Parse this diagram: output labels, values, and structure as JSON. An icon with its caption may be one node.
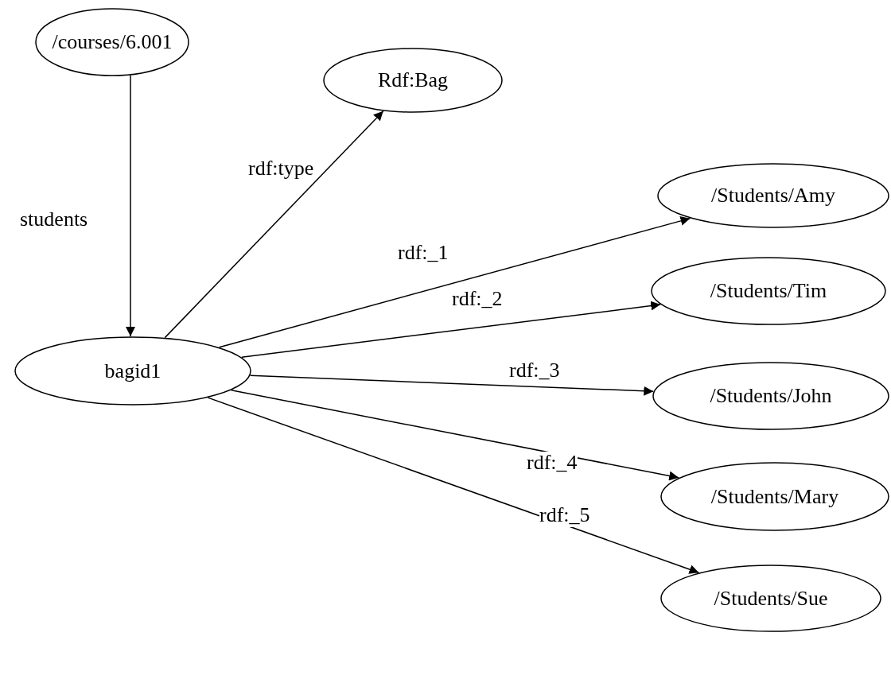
{
  "diagram": {
    "nodes": [
      {
        "text": [
          "/courses/6.001"
        ]
      },
      {
        "text": [
          "Rdf:Bag"
        ]
      },
      {
        "text": [
          "bagid1"
        ]
      },
      {
        "text": [
          "/Students/Amy"
        ]
      },
      {
        "text": [
          "/Students/Tim"
        ]
      },
      {
        "text": [
          "/Students/John"
        ]
      },
      {
        "text": [
          "/Students/Mary"
        ]
      },
      {
        "text": [
          "/Students/Sue"
        ]
      }
    ],
    "edges": [
      {
        "from": 0,
        "to": 2,
        "arrow": "to",
        "label": "students"
      },
      {
        "from": 2,
        "to": 1,
        "arrow": "to",
        "label": "rdf:type"
      },
      {
        "from": 2,
        "to": 3,
        "arrow": "to",
        "label": "rdf:_1"
      },
      {
        "from": 2,
        "to": 4,
        "arrow": "to",
        "label": "rdf:_2"
      },
      {
        "from": 2,
        "to": 5,
        "arrow": "to",
        "label": "rdf:_3"
      },
      {
        "from": 2,
        "to": 6,
        "arrow": "to",
        "label": "rdf:_4"
      },
      {
        "from": 2,
        "to": 7,
        "arrow": "to",
        "label": "rdf:_5"
      }
    ]
  }
}
